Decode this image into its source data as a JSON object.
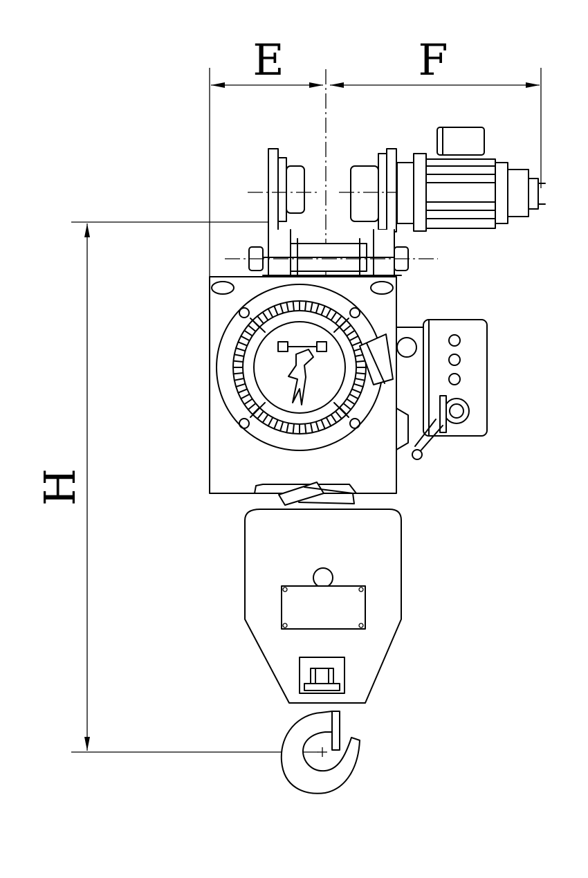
{
  "dimensions": {
    "E": "E",
    "F": "F",
    "H": "H"
  }
}
